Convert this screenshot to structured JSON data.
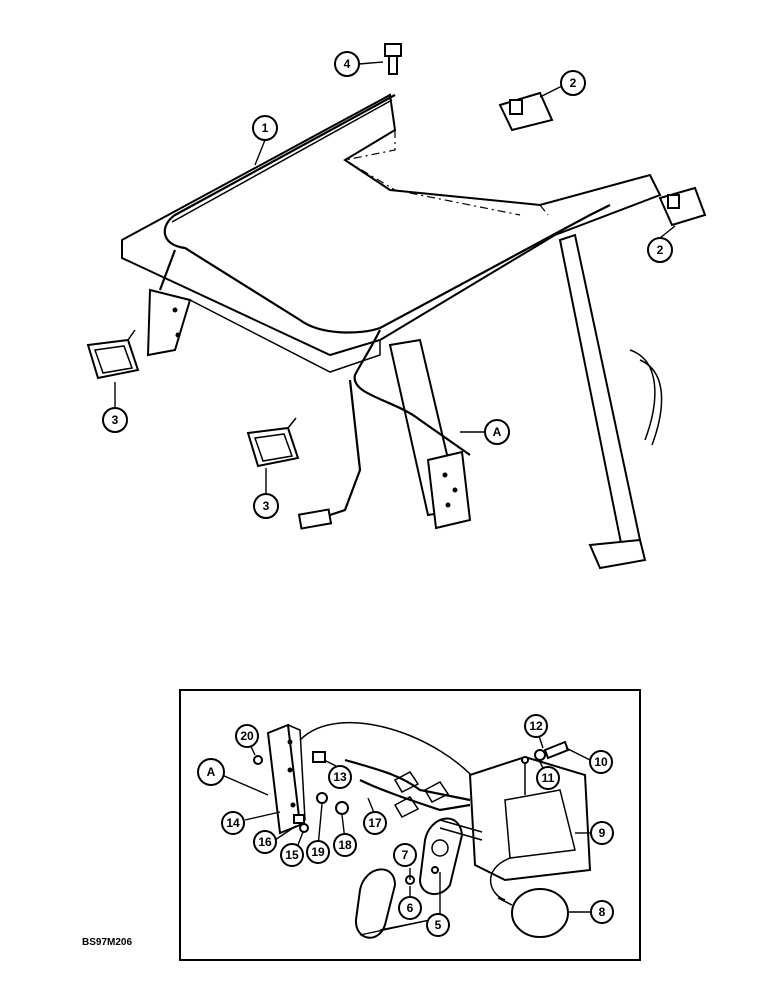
{
  "callouts": {
    "c1": "1",
    "c2a": "2",
    "c2b": "2",
    "c3a": "3",
    "c3b": "3",
    "c4": "4",
    "cA": "A",
    "cA2": "A",
    "c5": "5",
    "c6": "6",
    "c7": "7",
    "c8": "8",
    "c9": "9",
    "c10": "10",
    "c11": "11",
    "c12": "12",
    "c13": "13",
    "c14": "14",
    "c15": "15",
    "c16": "16",
    "c17": "17",
    "c18": "18",
    "c19": "19",
    "c20": "20"
  },
  "figure_code": "BS97M206"
}
